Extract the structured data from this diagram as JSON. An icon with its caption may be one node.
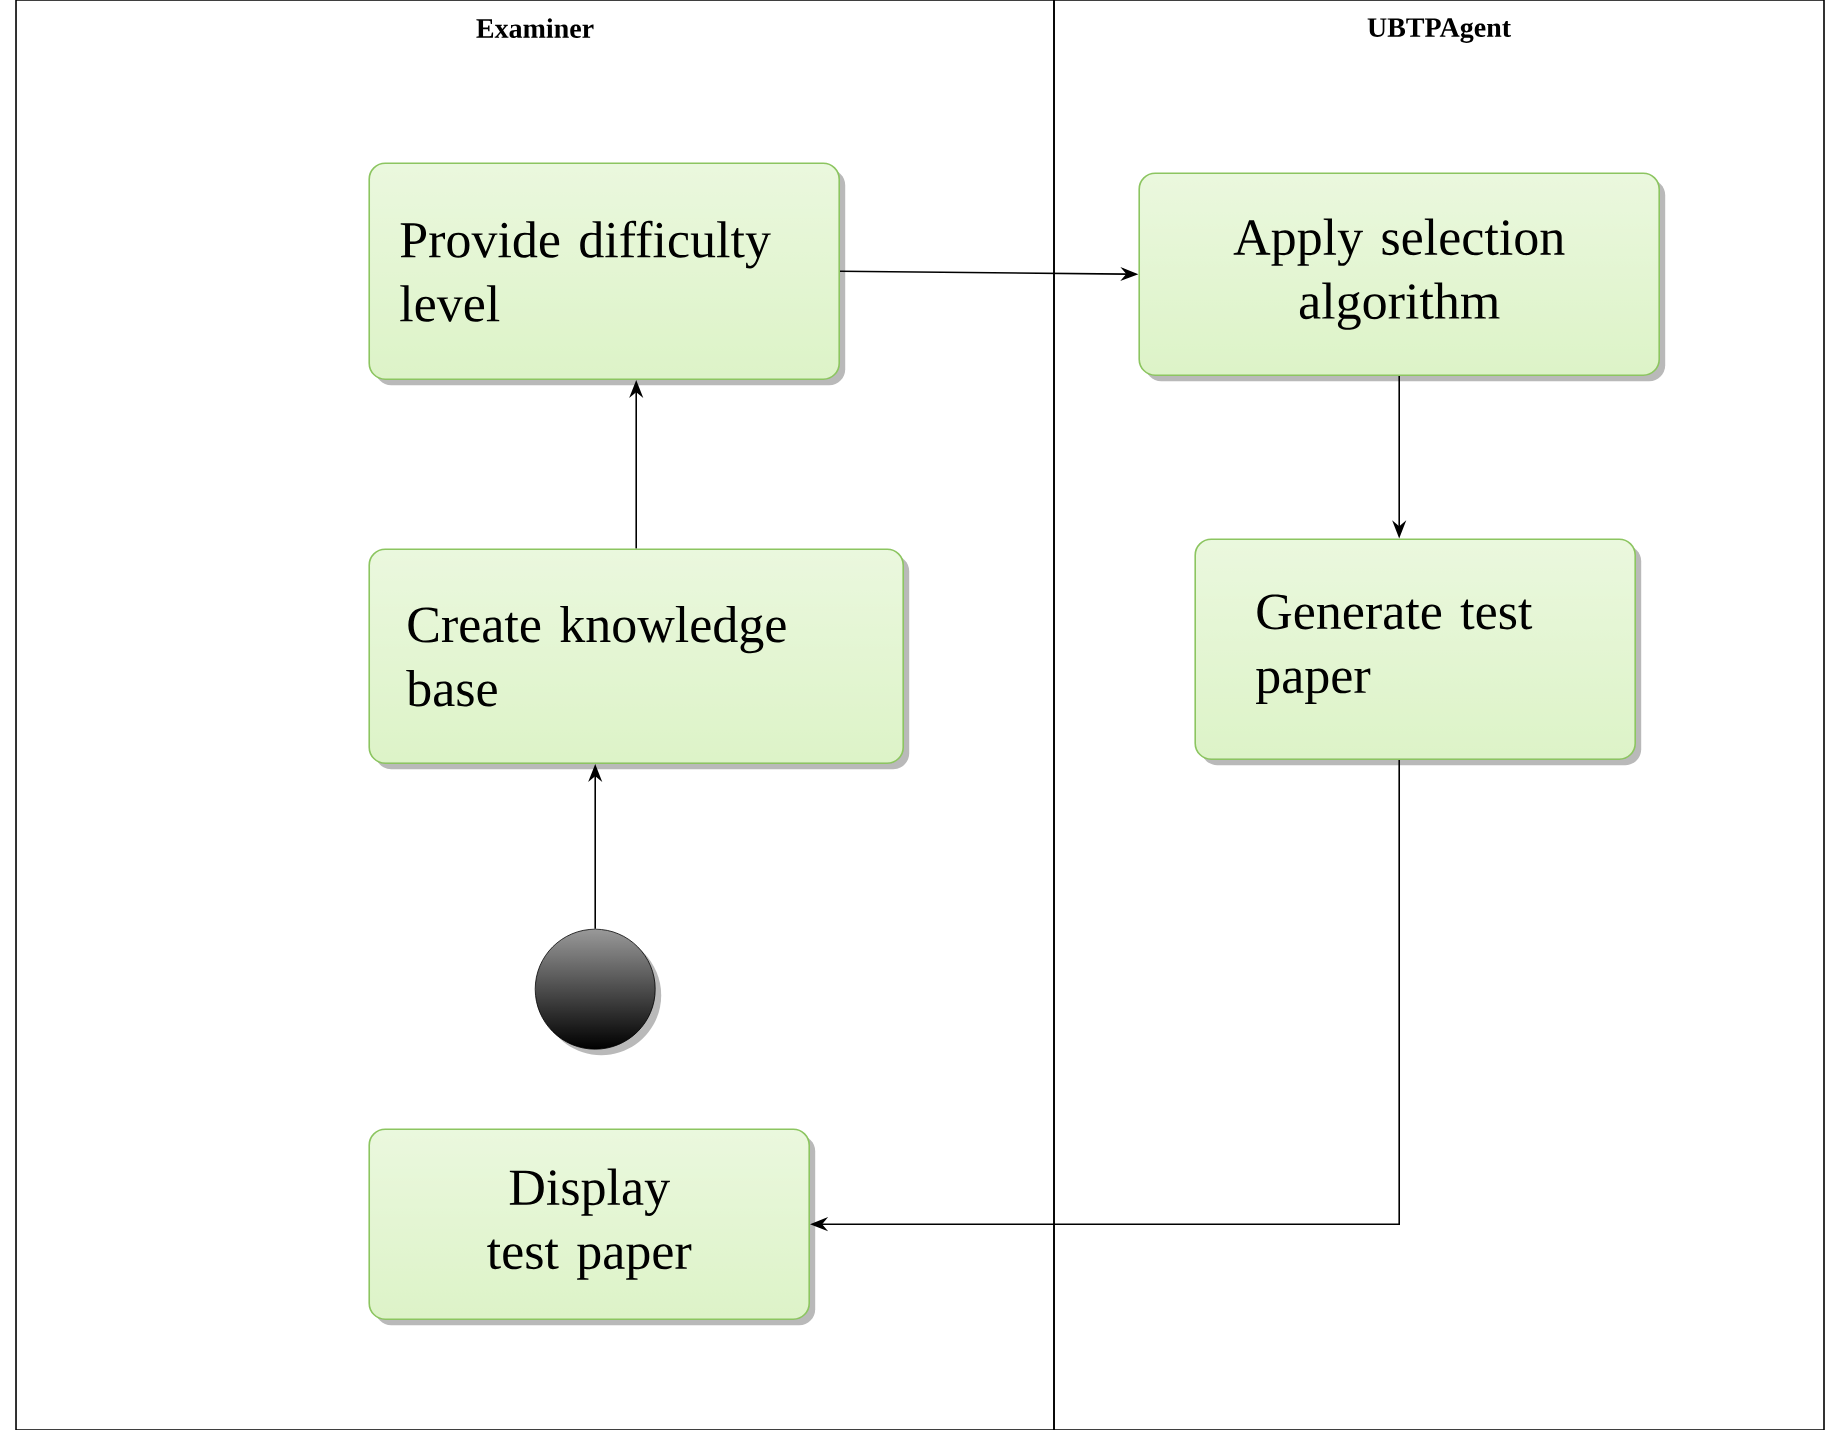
{
  "diagram": {
    "nodes": [
      {
        "text": [
          "Examiner"
        ]
      },
      {
        "text": [
          "Provide difficulty level"
        ],
        "in": 0
      },
      {
        "text": [
          "Create knowledge base"
        ],
        "in": 0
      },
      {
        "text": [],
        "shape": "circle",
        "in": 0
      },
      {
        "text": [
          "Display test paper"
        ],
        "in": 0
      },
      {
        "text": [
          "UBTPAgent"
        ]
      },
      {
        "text": [
          "Apply selection algorithm"
        ],
        "in": 5
      },
      {
        "text": [
          "Generate test paper"
        ],
        "in": 5
      }
    ],
    "edges": [
      {
        "from": 3,
        "to": 2,
        "arrow": "to"
      },
      {
        "from": 2,
        "to": 1,
        "arrow": "to"
      },
      {
        "from": 1,
        "to": 6,
        "arrow": "to"
      },
      {
        "from": 6,
        "to": 7,
        "arrow": "to"
      },
      {
        "from": 7,
        "to": 4,
        "arrow": "to"
      }
    ]
  }
}
